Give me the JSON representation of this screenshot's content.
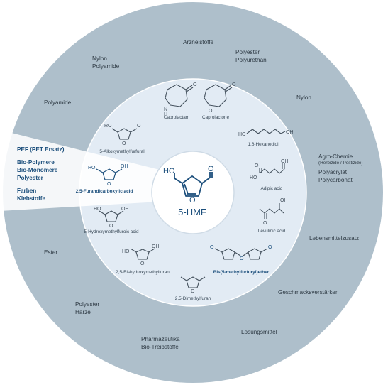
{
  "colors": {
    "outer_ring": "#aebfcb",
    "inner_ring": "#e2ebf4",
    "center": "#ffffff",
    "highlight": "#1c4f7c",
    "structure": "#44515d"
  },
  "center": {
    "label": "5-HMF"
  },
  "highlight_wedge": {
    "lines": [
      "PEF (PET Ersatz)",
      "Bio-Polymere",
      "Bio-Monomere",
      "Polyester",
      "Farben",
      "Klebstoffe"
    ]
  },
  "molecules": [
    {
      "id": "caprolactam",
      "label": "Caprolactam"
    },
    {
      "id": "caprolactone",
      "label": "Caprolactone"
    },
    {
      "id": "hexanediol",
      "label": "1,6-Hexanediol"
    },
    {
      "id": "adipic",
      "label": "Adipic acid"
    },
    {
      "id": "levulinic",
      "label": "Levulinic acid"
    },
    {
      "id": "bmfe",
      "label": "Bis(5-methylfurfuryl)ether"
    },
    {
      "id": "dmf",
      "label": "2,5-Dimethylfuran"
    },
    {
      "id": "bhmf",
      "label": "2,5-Bishydroxymethylfuran"
    },
    {
      "id": "hmfa",
      "label": "5-Hydroxymethylfuroic acid"
    },
    {
      "id": "fdca",
      "label": "2,5-Furandicarboxylic acid"
    },
    {
      "id": "amf",
      "label": "5-Alkoxymethylfurfural"
    }
  ],
  "applications": [
    {
      "id": "arzneistoffe",
      "lines": [
        "Arzneistoffe"
      ]
    },
    {
      "id": "polyester-polyurethan",
      "lines": [
        "Polyester",
        "Polyurethan"
      ]
    },
    {
      "id": "nylon-polyamide",
      "lines": [
        "Nylon",
        "Polyamide"
      ]
    },
    {
      "id": "polyamide",
      "lines": [
        "Polyamide"
      ]
    },
    {
      "id": "nylon",
      "lines": [
        "Nylon"
      ]
    },
    {
      "id": "agro-chemie",
      "lines": [
        "Agro-Chemie"
      ],
      "sub": "(Herbizide / Pestizide)"
    },
    {
      "id": "polyacrylat",
      "lines": [
        "Polyacrylat",
        "Polycarbonat"
      ]
    },
    {
      "id": "lebensmittel",
      "lines": [
        "Lebensmittelzusatz"
      ]
    },
    {
      "id": "geschmack",
      "lines": [
        "Geschmacksverstärker"
      ]
    },
    {
      "id": "loesungsmittel",
      "lines": [
        "Lösungsmittel"
      ]
    },
    {
      "id": "pharma",
      "lines": [
        "Pharmazeutika",
        "Bio-Treibstoffe"
      ]
    },
    {
      "id": "polyester-harze",
      "lines": [
        "Polyester",
        "Harze"
      ]
    },
    {
      "id": "ester",
      "lines": [
        "Ester"
      ]
    }
  ],
  "atoms": {
    "O": "O",
    "OH": "OH",
    "HO": "HO",
    "H": "H",
    "N": "N",
    "RO": "RO"
  }
}
